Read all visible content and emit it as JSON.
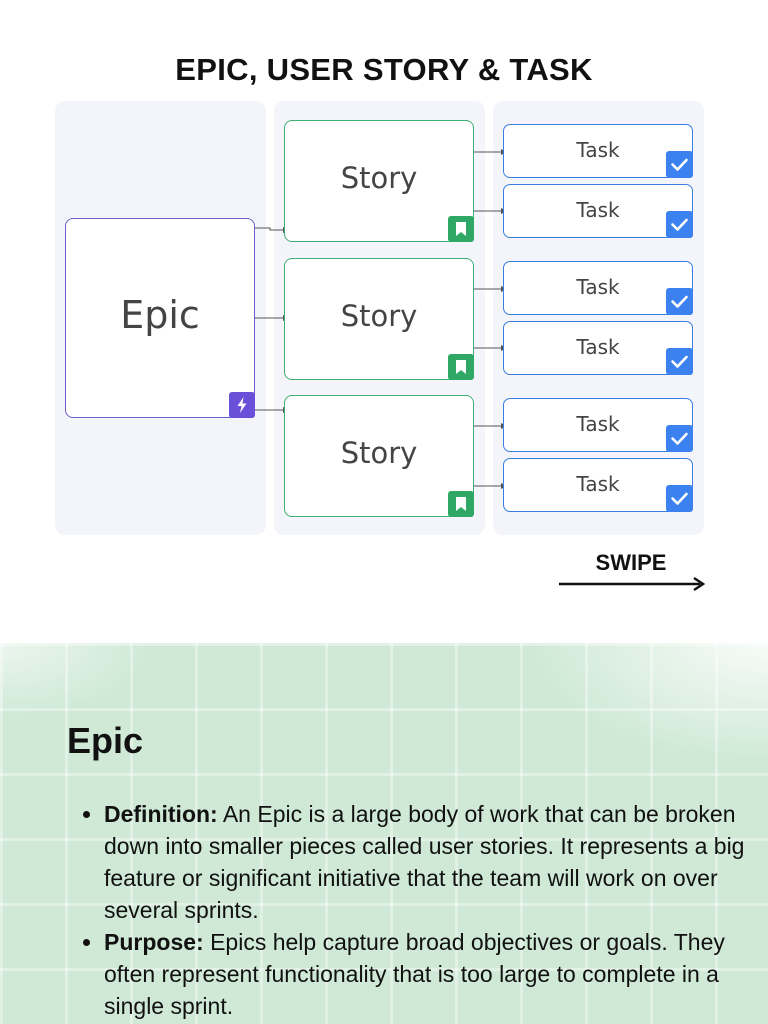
{
  "title": "EPIC, USER STORY & TASK",
  "diagram": {
    "epic": {
      "label": "Epic",
      "icon": "lightning-icon",
      "color": "#6a4fd8"
    },
    "stories": [
      {
        "label": "Story",
        "icon": "bookmark-icon",
        "color": "#2fa866"
      },
      {
        "label": "Story",
        "icon": "bookmark-icon",
        "color": "#2fa866"
      },
      {
        "label": "Story",
        "icon": "bookmark-icon",
        "color": "#2fa866"
      }
    ],
    "tasks": [
      {
        "label": "Task",
        "icon": "checkbox-icon",
        "color": "#3b82f0"
      },
      {
        "label": "Task",
        "icon": "checkbox-icon",
        "color": "#3b82f0"
      },
      {
        "label": "Task",
        "icon": "checkbox-icon",
        "color": "#3b82f0"
      },
      {
        "label": "Task",
        "icon": "checkbox-icon",
        "color": "#3b82f0"
      },
      {
        "label": "Task",
        "icon": "checkbox-icon",
        "color": "#3b82f0"
      },
      {
        "label": "Task",
        "icon": "checkbox-icon",
        "color": "#3b82f0"
      }
    ]
  },
  "swipe": {
    "label": "SWIPE",
    "icon": "arrow-right-icon"
  },
  "section": {
    "title": "Epic",
    "bullets": [
      {
        "term": "Definition:",
        "text": " An Epic is a large body of work that can be broken down into smaller pieces called user stories. It represents a big feature or significant initiative that the team will work on over several sprints."
      },
      {
        "term": "Purpose:",
        "text": " Epics help capture broad objectives or goals. They often represent functionality that is too large to complete in a single sprint."
      }
    ]
  }
}
